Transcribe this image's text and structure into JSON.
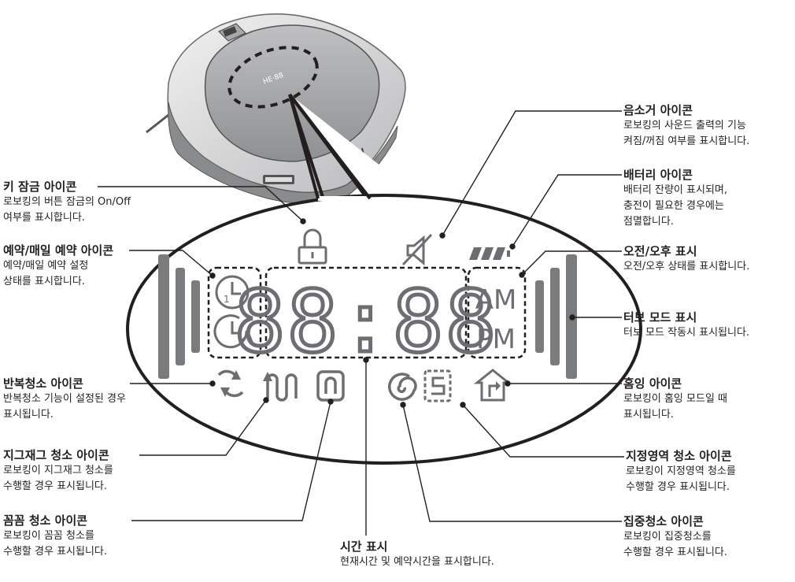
{
  "display": {
    "time": "88:88",
    "am": "AM",
    "pm": "PM",
    "robot_panel_text": "HE·88"
  },
  "callouts": {
    "mute": {
      "title": "음소거 아이콘",
      "desc": [
        "로보킹의 사운드 출력의 기능",
        "켜짐/꺼짐 여부를 표시합니다."
      ]
    },
    "battery": {
      "title": "배터리 아이콘",
      "desc": [
        "배터리 잔량이 표시되며,",
        "충전이 필요한 경우에는",
        "점멸합니다."
      ]
    },
    "ampm": {
      "title": "오전/오후 표시",
      "desc": [
        "오전/오후 상태를 표시합니다."
      ]
    },
    "turbo": {
      "title": "터보 모드 표시",
      "desc": [
        "터보 모드 작동시 표시됩니다."
      ]
    },
    "homing": {
      "title": "홈잉 아이콘",
      "desc": [
        "로보킹이 홈잉 모드일 때",
        "표시됩니다."
      ]
    },
    "area": {
      "title": "지정영역 청소 아이콘",
      "desc": [
        "로보킹이 지정영역 청소를",
        "수행할 경우 표시됩니다."
      ]
    },
    "focus": {
      "title": "집중청소 아이콘",
      "desc": [
        "로보킹이 집중청소를",
        "수행할 경우 표시됩니다."
      ]
    },
    "time": {
      "title": "시간 표시",
      "desc": [
        "현재시간 및 예약시간을 표시합니다."
      ]
    },
    "cell": {
      "title": "꼼꼼 청소 아이콘",
      "desc": [
        "로보킹이 꼼꼼 청소를",
        "수행할 경우 표시됩니다."
      ]
    },
    "zigzag": {
      "title": "지그재그 청소 아이콘",
      "desc": [
        "로보킹이 지그재그 청소를",
        "수행할 경우 표시됩니다."
      ]
    },
    "repeat": {
      "title": "반복청소 아이콘",
      "desc": [
        "반복청소 기능이 설정된 경우",
        "표시됩니다."
      ]
    },
    "schedule": {
      "title": "예약/매일 예약 아이콘",
      "desc": [
        "예약/매일 예약 설정",
        "상태를 표시합니다."
      ]
    },
    "lock": {
      "title": "키 잠금 아이콘",
      "desc": [
        "로보킹의 버튼 잠금의 On/Off",
        "여부를 표시합니다."
      ]
    }
  },
  "colors": {
    "line": "#231f20",
    "segment": "#6d6e71",
    "bar": "#7a7b7d",
    "robot_body": "#d9dadb"
  },
  "icons": [
    "lock-icon",
    "mute-icon",
    "battery-icon",
    "clock-once-icon",
    "clock-daily-icon",
    "repeat-icon",
    "zigzag-icon",
    "cell-icon",
    "spiral-icon",
    "area-icon",
    "home-icon"
  ]
}
